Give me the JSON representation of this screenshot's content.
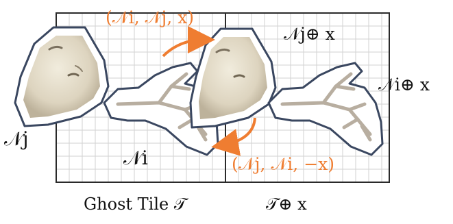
{
  "labels": {
    "tile_left_caption": "Ghost Tile 𝒯",
    "tile_right_caption": "𝒯⊕ x",
    "n_j_outer": "𝒩j",
    "n_i_center": "𝒩i",
    "n_j_plus_x": "𝒩j⊕ x",
    "n_i_plus_x": "𝒩i⊕ x",
    "pair_forward": "(𝒩i, 𝒩j, x)",
    "pair_backward": "(𝒩j, 𝒩i, −x)"
  },
  "colors": {
    "grid_line": "#d2d2d2",
    "tile_border": "#2a2a2a",
    "outline_dark": "#3a4760",
    "accent_orange": "#ef7d31",
    "rock": "#dcd3bd",
    "branch": "#b8aea0"
  }
}
